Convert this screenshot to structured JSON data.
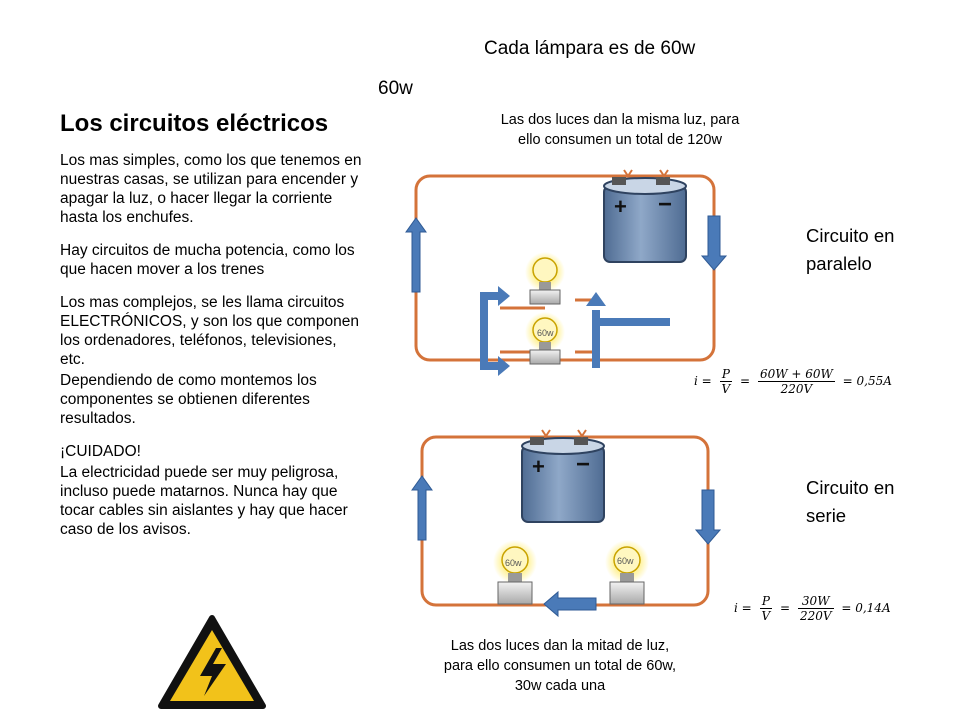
{
  "slide": {
    "title": "Los circuitos eléctricos",
    "lamp_note": "Cada lámpara es de 60w",
    "wattage_note": "60w",
    "paragraphs": [
      "Los mas simples, como los que tenemos en nuestras casas, se utilizan para encender y apagar la luz, o hacer llegar la corriente hasta los enchufes.",
      "Hay circuitos de mucha potencia, como los que hacen mover a los trenes",
      "Los mas complejos, se les llama circuitos ELECTRÓNICOS, y son los que componen los ordenadores, teléfonos, televisiones, etc.",
      "Dependiendo de como montemos los componentes se obtienen diferentes resultados.",
      "¡CUIDADO!",
      "La electricidad puede ser muy peligrosa, incluso puede matarnos. Nunca hay que tocar cables sin aislantes y hay que hacer caso de los avisos."
    ]
  },
  "parallel": {
    "caption_line1": "Las dos luces dan la misma luz, para",
    "caption_line2": "ello consumen un total  de 120w",
    "label_line1": "Circuito en",
    "label_line2": "paralelo",
    "bulb_label": "60w",
    "formula": {
      "lhs": "i",
      "p": "P",
      "v": "V",
      "num": "60W + 60W",
      "den": "220V",
      "result": "0,55A"
    }
  },
  "series": {
    "caption_line1": "Las dos luces dan la mitad de luz,",
    "caption_line2": "para ello consumen un total  de 60w,",
    "caption_line3": "30w cada una",
    "label_line1": "Circuito en",
    "label_line2": "serie",
    "bulb_label_left": "60w",
    "bulb_label_right": "60w",
    "formula": {
      "lhs": "i",
      "p": "P",
      "v": "V",
      "num": "30W",
      "den": "220V",
      "result": "0,14A"
    }
  },
  "colors": {
    "wire": "#d4733a",
    "arrow": "#4a7ab8",
    "battery": "#6a88ad",
    "warning": "#f2c21a"
  }
}
